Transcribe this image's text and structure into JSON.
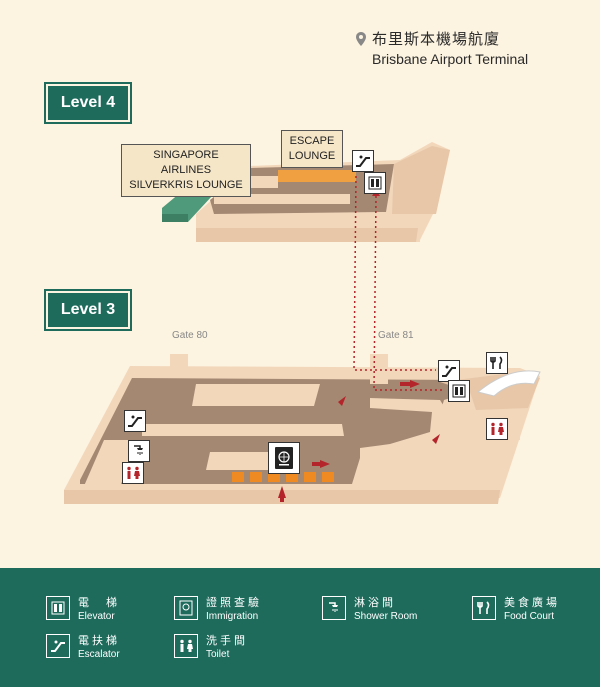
{
  "title": {
    "zh": "布里斯本機場航廈",
    "en": "Brisbane Airport Terminal"
  },
  "levels": [
    {
      "label": "Level 4"
    },
    {
      "label": "Level 3"
    }
  ],
  "areas": {
    "singapore_lounge": [
      "SINGAPORE AIRLINES",
      "SILVERKRIS LOUNGE"
    ],
    "escape_lounge": [
      "ESCAPE",
      "LOUNGE"
    ]
  },
  "gates": {
    "gate80": "Gate 80",
    "gate81": "Gate 81"
  },
  "legend": [
    {
      "icon": "elevator-icon",
      "zh": "電　梯",
      "en": "Elevator"
    },
    {
      "icon": "immigration-icon",
      "zh": "證照查驗",
      "en": "Immigration"
    },
    {
      "icon": "shower-icon",
      "zh": "淋浴間",
      "en": "Shower Room"
    },
    {
      "icon": "food-court-icon",
      "zh": "美食廣場",
      "en": "Food Court"
    },
    {
      "icon": "escalator-icon",
      "zh": "電扶梯",
      "en": "Escalator"
    },
    {
      "icon": "toilet-icon",
      "zh": "洗手間",
      "en": "Toilet"
    }
  ],
  "colors": {
    "brand": "#1e6b5c",
    "floor": "#a48872",
    "wall": "#f2d7bb",
    "orange": "#f0a040",
    "red": "#b3242b"
  }
}
